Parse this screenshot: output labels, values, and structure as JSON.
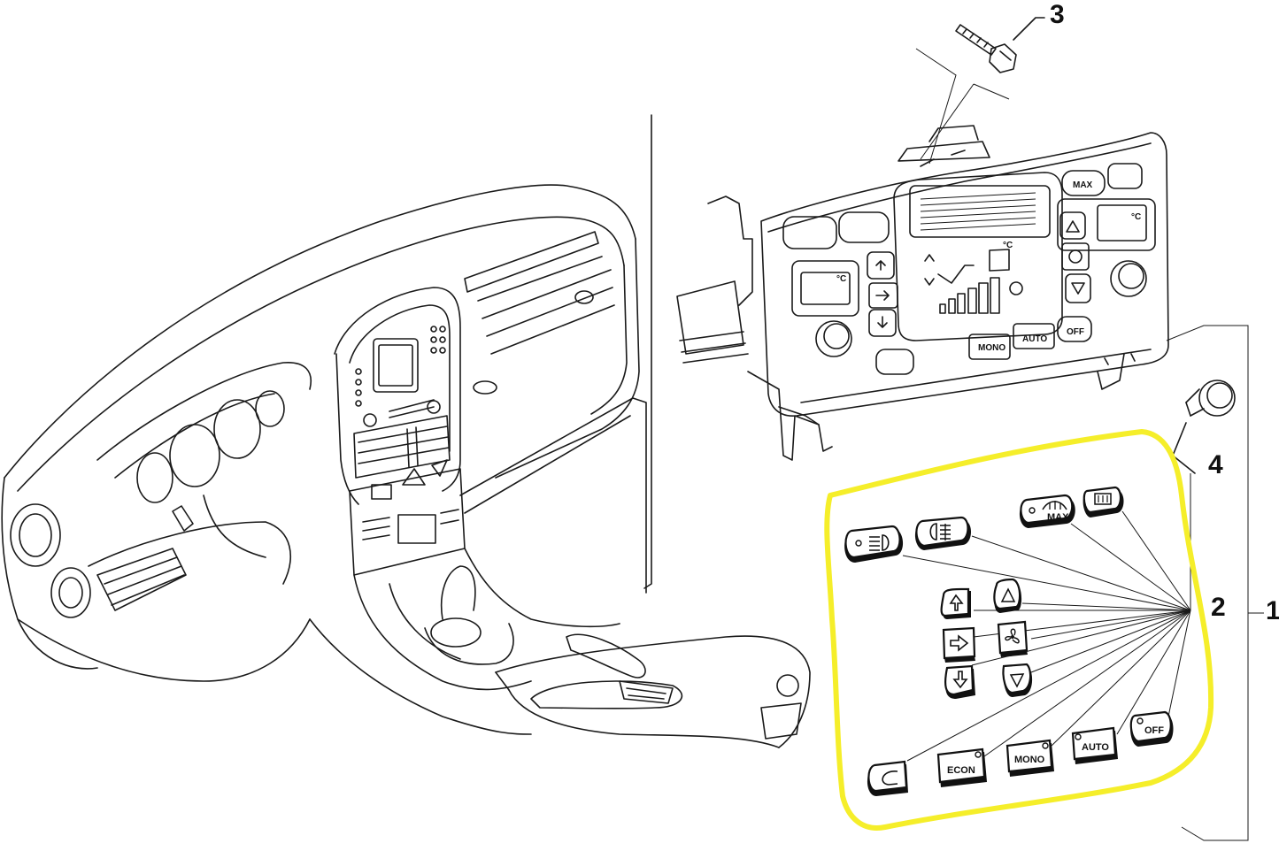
{
  "callouts": [
    {
      "id": "1",
      "text": "1"
    },
    {
      "id": "2",
      "text": "2"
    },
    {
      "id": "3",
      "text": "3"
    },
    {
      "id": "4",
      "text": "4"
    }
  ],
  "panel_labels": {
    "mono": "MONO",
    "auto": "AUTO",
    "off": "OFF",
    "celsius": "°C",
    "max": "MAX"
  },
  "button_labels": {
    "econ": "ECON",
    "mono": "MONO",
    "auto": "AUTO",
    "off": "OFF",
    "max": "MAX"
  },
  "colors": {
    "highlight": "#f5ee2a",
    "line": "#1a1a1a"
  },
  "icons": [
    "front-fog-light-icon",
    "rear-fog-light-icon",
    "max-defrost-icon",
    "rear-defrost-icon",
    "air-up-arrow-icon",
    "air-right-arrow-icon",
    "air-down-arrow-icon",
    "temp-up-triangle-icon",
    "fan-icon",
    "temp-down-triangle-icon",
    "recirculation-icon",
    "bolt-icon",
    "knob-icon"
  ]
}
